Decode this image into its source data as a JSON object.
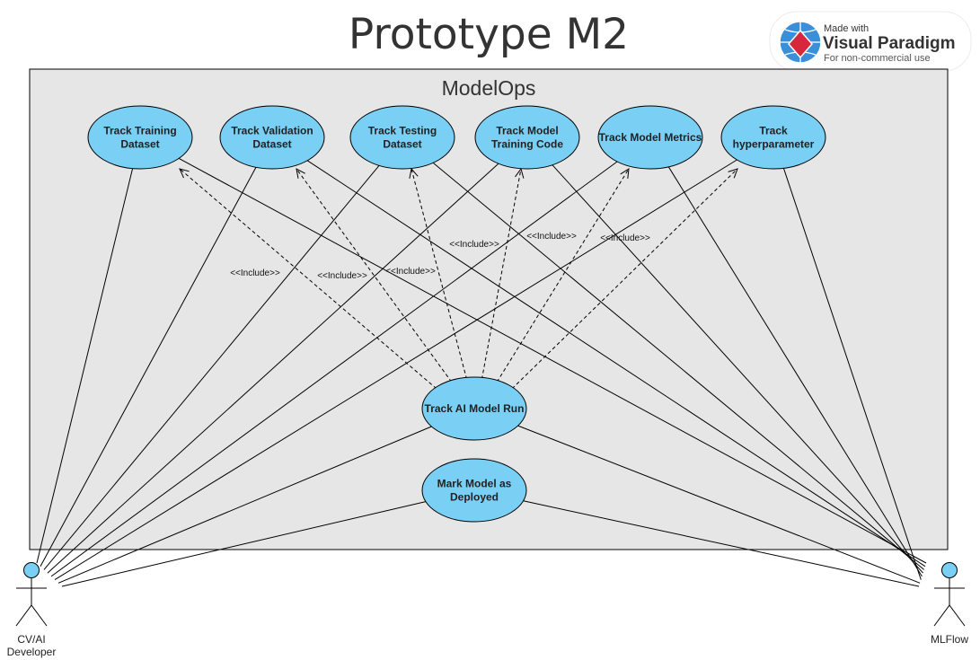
{
  "title": "Prototype M2",
  "boundary": {
    "title": "ModelOps"
  },
  "use_cases": [
    {
      "id": "uc1",
      "lines": [
        "Track Training",
        "Dataset"
      ]
    },
    {
      "id": "uc2",
      "lines": [
        "Track Validation",
        "Dataset"
      ]
    },
    {
      "id": "uc3",
      "lines": [
        "Track Testing",
        "Dataset"
      ]
    },
    {
      "id": "uc4",
      "lines": [
        "Track Model",
        "Training Code"
      ]
    },
    {
      "id": "uc5",
      "lines": [
        "Track Model Metrics"
      ]
    },
    {
      "id": "uc6",
      "lines": [
        "Track",
        "hyperparameter"
      ]
    },
    {
      "id": "uc7",
      "lines": [
        "Track AI Model Run"
      ]
    },
    {
      "id": "uc8",
      "lines": [
        "Mark Model as",
        "Deployed"
      ]
    }
  ],
  "actors": [
    {
      "id": "dev",
      "lines": [
        "CV/AI",
        "Developer"
      ]
    },
    {
      "id": "mlflow",
      "lines": [
        "MLFlow"
      ]
    }
  ],
  "include_label": "<<Include>>",
  "include_relations": [
    {
      "from": "uc7",
      "to": "uc1"
    },
    {
      "from": "uc7",
      "to": "uc2"
    },
    {
      "from": "uc7",
      "to": "uc3"
    },
    {
      "from": "uc7",
      "to": "uc4"
    },
    {
      "from": "uc7",
      "to": "uc5"
    },
    {
      "from": "uc7",
      "to": "uc6"
    }
  ],
  "associations": {
    "dev": [
      "uc1",
      "uc2",
      "uc3",
      "uc4",
      "uc5",
      "uc6",
      "uc7",
      "uc8"
    ],
    "mlflow": [
      "uc1",
      "uc2",
      "uc3",
      "uc4",
      "uc5",
      "uc6",
      "uc7",
      "uc8"
    ]
  },
  "colors": {
    "use_case_fill": "#7ACFF5",
    "actor_head_fill": "#7ACFF5",
    "boundary_fill": "#E6E6E6",
    "line": "#000000"
  },
  "watermark": {
    "made_with": "Made with",
    "brand": "Visual Paradigm",
    "note": "For non-commercial use"
  }
}
